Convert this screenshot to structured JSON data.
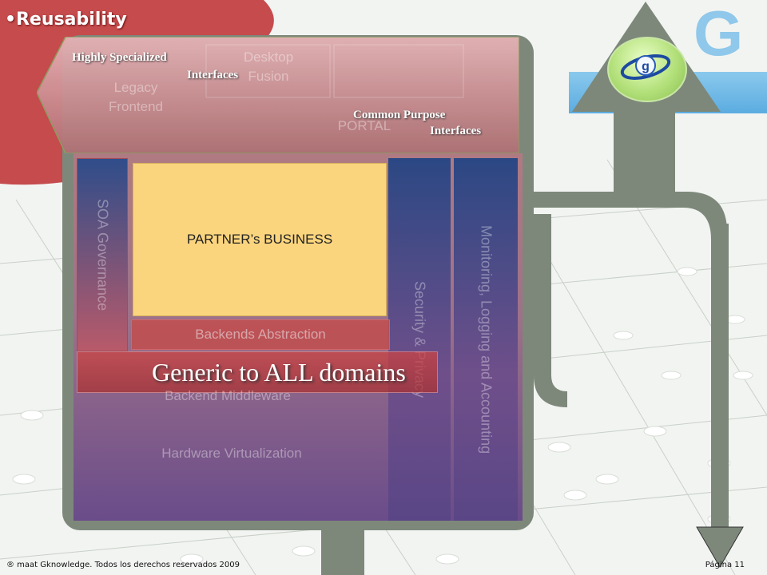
{
  "slide": {
    "title": "Reusability",
    "logo_letter": "G"
  },
  "banner": {
    "left_label_line1": "Highly Specialized",
    "left_label_line2": "Interfaces",
    "right_label_line1": "Common Purpose",
    "right_label_line2": "Interfaces"
  },
  "layers": {
    "legacy_frontend_line1": "Legacy",
    "legacy_frontend_line2": "Frontend",
    "desktop_line1": "Desktop",
    "desktop_line2": "Fusion",
    "portal": "PORTAL",
    "soa_governance": "SOA Governance",
    "partner_business": "PARTNER’s BUSINESS",
    "backends_abstraction": "Backends Abstraction",
    "backend_middleware": "Backend Middleware",
    "hardware_virtualization": "Hardware Virtualization",
    "security_privacy": "Security & Privacy",
    "monitoring": "Monitoring, Logging and Accounting",
    "generic": "Generic to ALL domains"
  },
  "footer": {
    "copyright": "® maat Gknowledge. Todos los derechos reservados 2009",
    "page": "Página 11"
  },
  "colors": {
    "accent_red": "#c0393b",
    "business_yellow": "#fbd57e",
    "frame_gray": "#7d887a",
    "logo_blue": "#8fc8ea"
  }
}
